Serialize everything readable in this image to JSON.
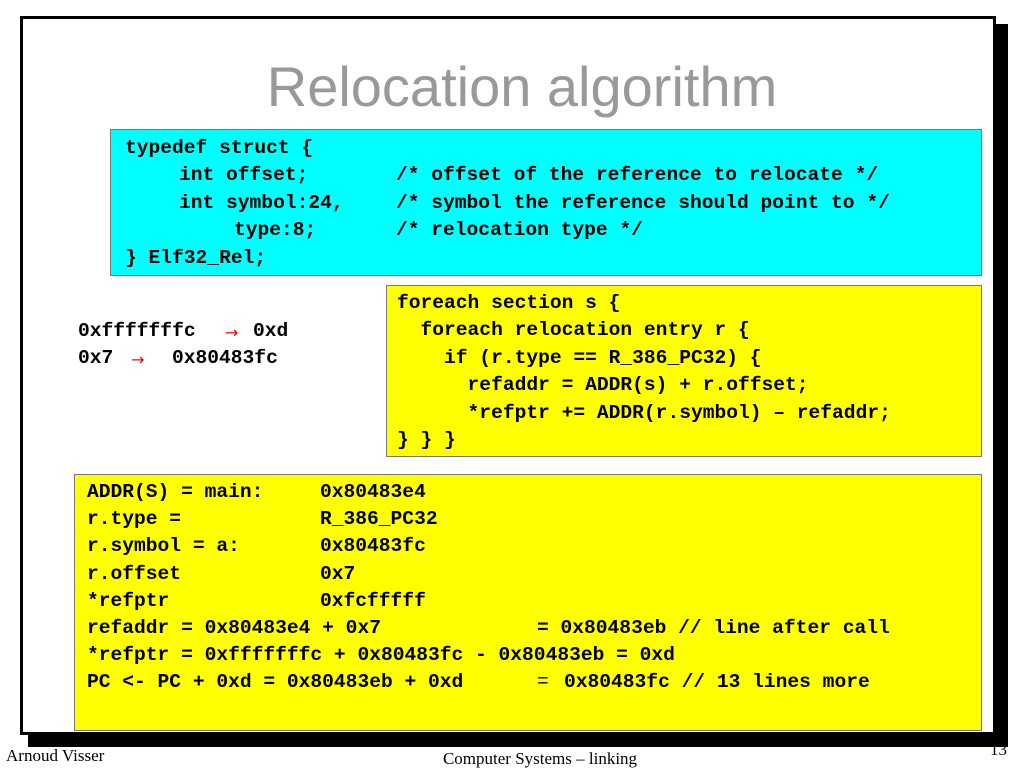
{
  "slide": {
    "title": "Relocation algorithm"
  },
  "struct_block": {
    "l1": "typedef struct {",
    "l2_code": "int offset;",
    "l2_comment": "/* offset of the reference to relocate */",
    "l3_code": "int symbol:24,",
    "l3_comment": "/* symbol the reference should point to */",
    "l4_code": "type:8;",
    "l4_comment": "/* relocation type */",
    "l5": "} Elf32_Rel;"
  },
  "address_map": {
    "row1_from": "0xfffffffc",
    "row1_arrow": "→",
    "row1_to": "0xd",
    "row2_from": "0x7",
    "row2_arrow": "→",
    "row2_to": "0x80483fc"
  },
  "loop_block": {
    "l1": "foreach section s {",
    "l2": "  foreach relocation entry r {",
    "l3": "    if (r.type == R_386_PC32) {",
    "l4": "      refaddr = ADDR(s) + r.offset;",
    "l5": "      *refptr += ADDR(r.symbol) – refaddr;",
    "l6": "} } }"
  },
  "calc_block": {
    "r1_label": "ADDR(S) = main:",
    "r1_value": "0x80483e4",
    "r2_label": "r.type =",
    "r2_value": "R_386_PC32",
    "r3_label": "r.symbol = a:",
    "r3_value": "0x80483fc",
    "r4_label": "r.offset",
    "r4_value": "0x7",
    "r5_label": "*refptr",
    "r5_value": "0xfcfffff",
    "r6_expr": "refaddr = 0x80483e4 + 0x7",
    "r6_result": "= 0x80483eb // line after call",
    "r7": "*refptr = 0xfffffffc + 0x80483fc - 0x80483eb = 0xd",
    "r8_expr": "PC <- PC + 0xd = 0x80483eb + 0xd",
    "r8_eq": "=",
    "r8_result": "0x80483fc // 13 lines more"
  },
  "footer": {
    "author": "Arnoud Visser",
    "course": "Computer Systems – linking",
    "page": "13"
  },
  "colors": {
    "struct_bg": "#00ffff",
    "code_bg": "#ffff00",
    "arrow": "#ff0000",
    "title": "#999999"
  }
}
